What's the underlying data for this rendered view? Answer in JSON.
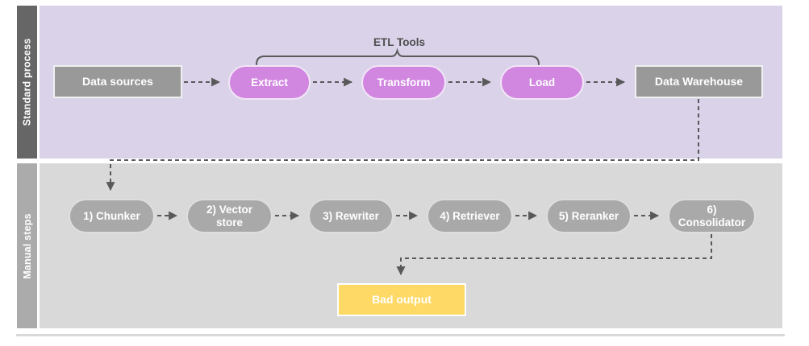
{
  "diagram": {
    "etl_tools_label": "ETL Tools",
    "lanes": {
      "standard": {
        "label": "Standard process"
      },
      "manual": {
        "label": "Manual steps"
      }
    },
    "nodes": {
      "data_sources": "Data sources",
      "extract": "Extract",
      "transform": "Transform",
      "load": "Load",
      "data_warehouse": "Data Warehouse",
      "chunker": "1) Chunker",
      "vector_store": "2) Vector store",
      "rewriter": "3) Rewriter",
      "retriever": "4) Retriever",
      "reranker": "5) Reranker",
      "consolidator": "6) Consolidator",
      "bad_output": "Bad output"
    },
    "colors": {
      "lane_standard_bg": "#d9d2e9",
      "lane_standard_label_bg": "#666666",
      "lane_manual_bg": "#d9d9d9",
      "lane_manual_label_bg": "#ababab",
      "process_box": "#999999",
      "etl_pill": "#d186e0",
      "manual_pill": "#a9a9a9",
      "bad_output": "#ffd966",
      "connector": "#595959"
    }
  }
}
